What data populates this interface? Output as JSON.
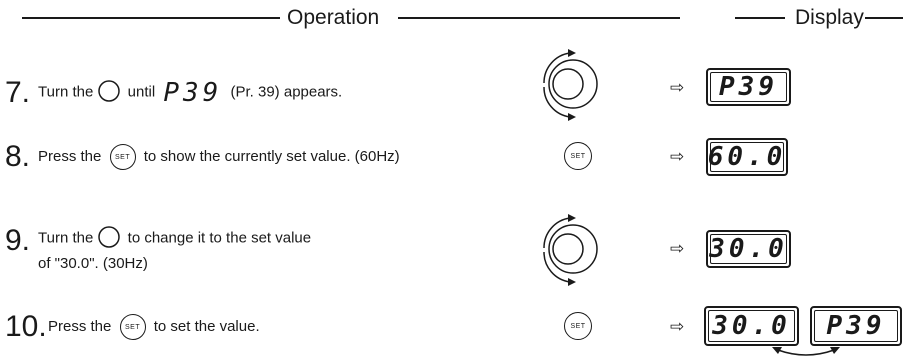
{
  "header": {
    "operation_label": "Operation",
    "display_label": "Display"
  },
  "steps": [
    {
      "number": "7.",
      "before": "Turn the",
      "middle": "until",
      "code": "P39",
      "after": "(Pr. 39) appears.",
      "display": "P39"
    },
    {
      "number": "8.",
      "before": "Press the",
      "after": "to show the currently set value. (60Hz)",
      "display": "60.0"
    },
    {
      "number": "9.",
      "before": "Turn the",
      "after": "to change it to the set value",
      "line2": "of \"30.0\". (30Hz)",
      "display": "30.0"
    },
    {
      "number": "10.",
      "before": "Press the",
      "after": "to set the value.",
      "display_1": "30.0",
      "display_2": "P39"
    }
  ],
  "set_button_label": "SET",
  "arrow_glyph": "⇨",
  "icons": [
    "dial-icon",
    "set-button-icon",
    "right-arrow-icon",
    "alternating-arrow-icon"
  ]
}
